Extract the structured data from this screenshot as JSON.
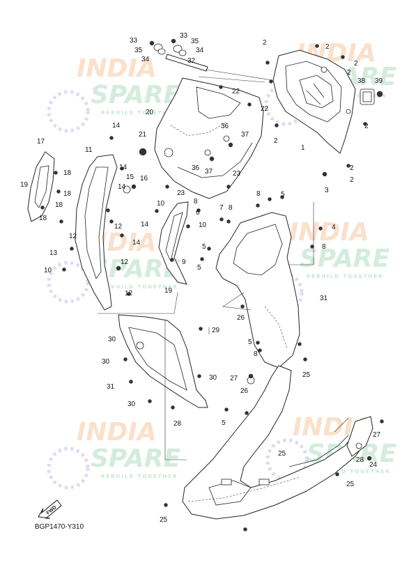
{
  "diagram_code": "BGP1470-Y310",
  "fwd_label": "FWD",
  "watermark": {
    "brand_line1": "INDIA",
    "brand_line2": "SPARE",
    "tagline": "REBUILD TOGETHER",
    "colors": {
      "india": "#f4a460",
      "spare": "#7fc79a",
      "logo": "#8c88d6"
    }
  },
  "callouts": [
    "33",
    "35",
    "34",
    "33",
    "35",
    "34",
    "32",
    "2",
    "2",
    "2",
    "2",
    "38",
    "39",
    "2",
    "2",
    "1",
    "2",
    "3",
    "2",
    "22",
    "22",
    "20",
    "21",
    "36",
    "37",
    "36",
    "37",
    "23",
    "23",
    "17",
    "18",
    "19",
    "18",
    "18",
    "11",
    "14",
    "14",
    "15",
    "16",
    "14",
    "18",
    "12",
    "14",
    "13",
    "12",
    "12",
    "14",
    "12",
    "10",
    "10",
    "10",
    "9",
    "19",
    "8",
    "6",
    "7",
    "8",
    "8",
    "5",
    "5",
    "5",
    "8",
    "4",
    "31",
    "29",
    "30",
    "30",
    "31",
    "30",
    "30",
    "28",
    "27",
    "26",
    "25",
    "5",
    "5",
    "8",
    "26",
    "27",
    "28",
    "24",
    "25",
    "25",
    "25"
  ]
}
